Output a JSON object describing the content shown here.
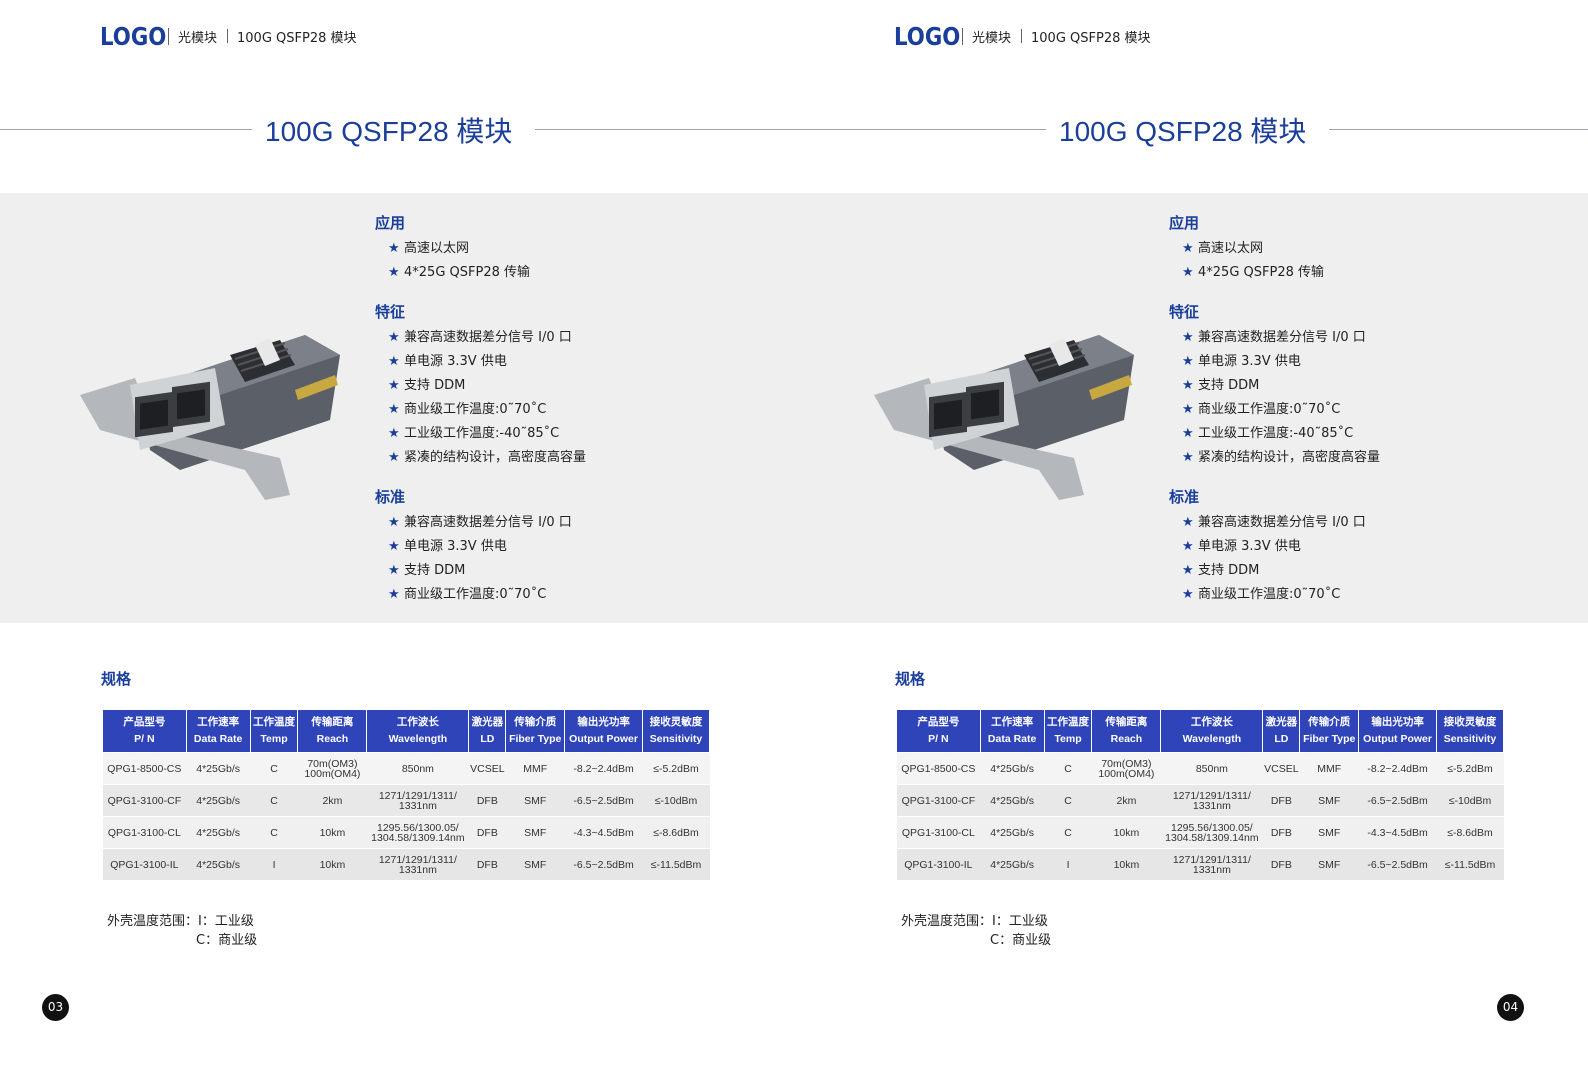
{
  "header": {
    "logo": "LOGO",
    "crumb1": "光模块",
    "crumb2": "100G QSFP28 模块"
  },
  "title": "100G QSFP28 模块",
  "sections": {
    "app": {
      "title": "应用",
      "items": [
        "高速以太网",
        "4*25G QSFP28 传输"
      ]
    },
    "feat": {
      "title": "特征",
      "items": [
        "兼容高速数据差分信号 I/0 口",
        "单电源 3.3V 供电",
        "支持 DDM",
        "商业级工作温度:0˜70˚C",
        "工业级工作温度:-40˜85˚C",
        "紧凑的结构设计，高密度高容量"
      ]
    },
    "std": {
      "title": "标准",
      "items": [
        "兼容高速数据差分信号 I/0 口",
        "单电源 3.3V 供电",
        "支持 DDM",
        "商业级工作温度:0˜70˚C"
      ]
    }
  },
  "spec": {
    "title": "规格",
    "headers": [
      [
        "产品型号",
        "P/ N"
      ],
      [
        "工作速率",
        "Data Rate"
      ],
      [
        "工作温度",
        "Temp"
      ],
      [
        "传输距离",
        "Reach"
      ],
      [
        "工作波长",
        "Wavelength"
      ],
      [
        "激光器",
        "LD"
      ],
      [
        "传输介质",
        "Fiber Type"
      ],
      [
        "输出光功率",
        "Output Power"
      ],
      [
        "接收灵敏度",
        "Sensitivity"
      ]
    ],
    "rows": [
      [
        "QPG1-8500-CS",
        "4*25Gb/s",
        "C",
        "70m(OM3)\n100m(OM4)",
        "850nm",
        "VCSEL",
        "MMF",
        "-8.2~2.4dBm",
        "≤-5.2dBm"
      ],
      [
        "QPG1-3100-CF",
        "4*25Gb/s",
        "C",
        "2km",
        "1271/1291/1311/\n1331nm",
        "DFB",
        "SMF",
        "-6.5~2.5dBm",
        "≤-10dBm"
      ],
      [
        "QPG1-3100-CL",
        "4*25Gb/s",
        "C",
        "10km",
        "1295.56/1300.05/\n1304.58/1309.14nm",
        "DFB",
        "SMF",
        "-4.3~4.5dBm",
        "≤-8.6dBm"
      ],
      [
        "QPG1-3100-IL",
        "4*25Gb/s",
        "I",
        "10km",
        "1271/1291/1311/\n1331nm",
        "DFB",
        "SMF",
        "-6.5~2.5dBm",
        "≤-11.5dBm"
      ]
    ]
  },
  "note": {
    "line1": "外壳温度范围：I：工业级",
    "line2": "C：商业级"
  },
  "page_numbers": {
    "left": "03",
    "right": "04"
  },
  "colors": {
    "accent": "#1a3e9a",
    "table_header": "#2f44b8",
    "band": "#efefef"
  }
}
